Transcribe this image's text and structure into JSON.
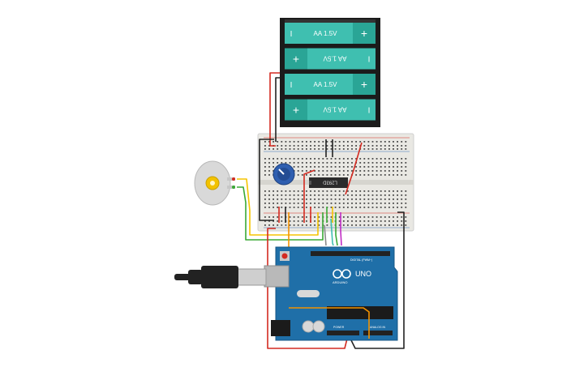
{
  "battery_pack": {
    "cells": [
      {
        "label": "AA 1.5V",
        "orientation": "normal"
      },
      {
        "label": "AA 1.5V",
        "orientation": "flipped"
      },
      {
        "label": "AA 1.5V",
        "orientation": "normal"
      },
      {
        "label": "AA 1.5V",
        "orientation": "flipped"
      }
    ],
    "plus_symbol": "+",
    "minus_symbol": "I",
    "cell_color": "#3fbfb0",
    "cell_end_color": "#2aa596"
  },
  "breadboard": {
    "color": "#e9e8e3"
  },
  "ic_chip": {
    "label": "L293D"
  },
  "motor": {
    "color": "#d9d9d9",
    "shaft_color": "#f2c200"
  },
  "potentiometer": {
    "color": "#2f5fb0"
  },
  "arduino": {
    "board_label": "UNO",
    "brand_label": "ARDUINO",
    "digital_header_label": "DIGITAL (PWM~)",
    "power_header_label": "POWER",
    "analog_header_label": "ANALOG IN",
    "board_color": "#1f6fa8"
  },
  "usb_cable": {
    "color": "#222222"
  },
  "wire_colors": {
    "red": "#d42a20",
    "black": "#222222",
    "yellow": "#f5c400",
    "green": "#3aa935",
    "orange": "#f39200",
    "magenta": "#c02bc4",
    "grey": "#8a8a8a",
    "teal": "#3fbfb0"
  }
}
